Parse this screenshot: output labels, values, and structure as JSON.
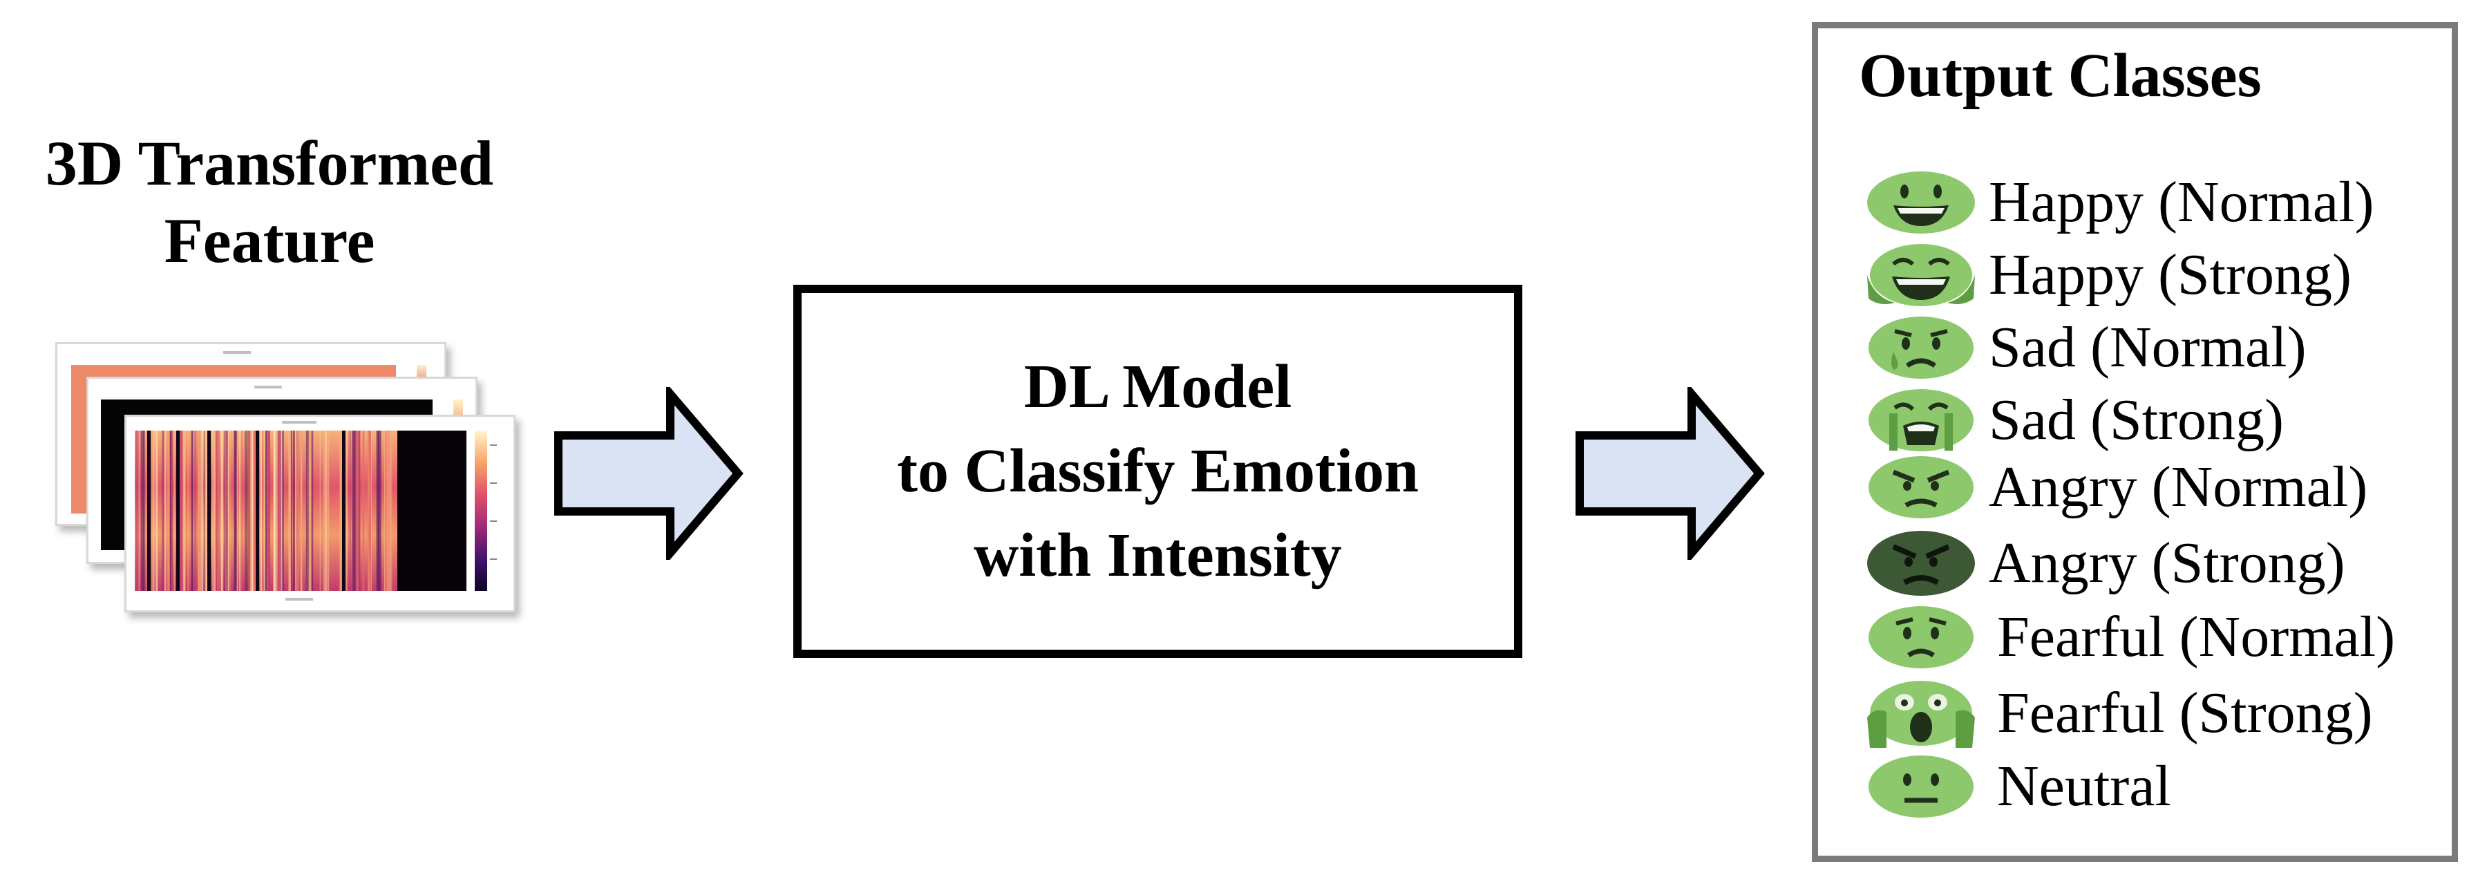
{
  "input": {
    "title_line1": "3D Transformed",
    "title_line2": "Feature"
  },
  "model": {
    "line1": "DL Model",
    "line2": "to Classify Emotion",
    "line3": "with Intensity"
  },
  "output": {
    "title": "Output Classes",
    "classes": [
      {
        "label": "Happy (Normal)",
        "icon": "grinning-face-icon"
      },
      {
        "label": "Happy (Strong)",
        "icon": "tears-of-joy-face-icon"
      },
      {
        "label": "Sad (Normal)",
        "icon": "sad-face-icon"
      },
      {
        "label": "Sad (Strong)",
        "icon": "crying-face-icon"
      },
      {
        "label": "Angry (Normal)",
        "icon": "angry-face-icon"
      },
      {
        "label": "Angry (Strong)",
        "icon": "furious-face-icon"
      },
      {
        "label": "Fearful (Normal)",
        "icon": "worried-face-icon"
      },
      {
        "label": "Fearful (Strong)",
        "icon": "screaming-face-icon"
      },
      {
        "label": "Neutral",
        "icon": "neutral-face-icon"
      }
    ]
  },
  "colors": {
    "arrow_fill": "#dae3f3",
    "emoji_green": "#8dc86d",
    "emoji_dark": "#1f2f1a",
    "emoji_strong_dark": "#3d5834",
    "box_border": "#7a7a7a"
  }
}
